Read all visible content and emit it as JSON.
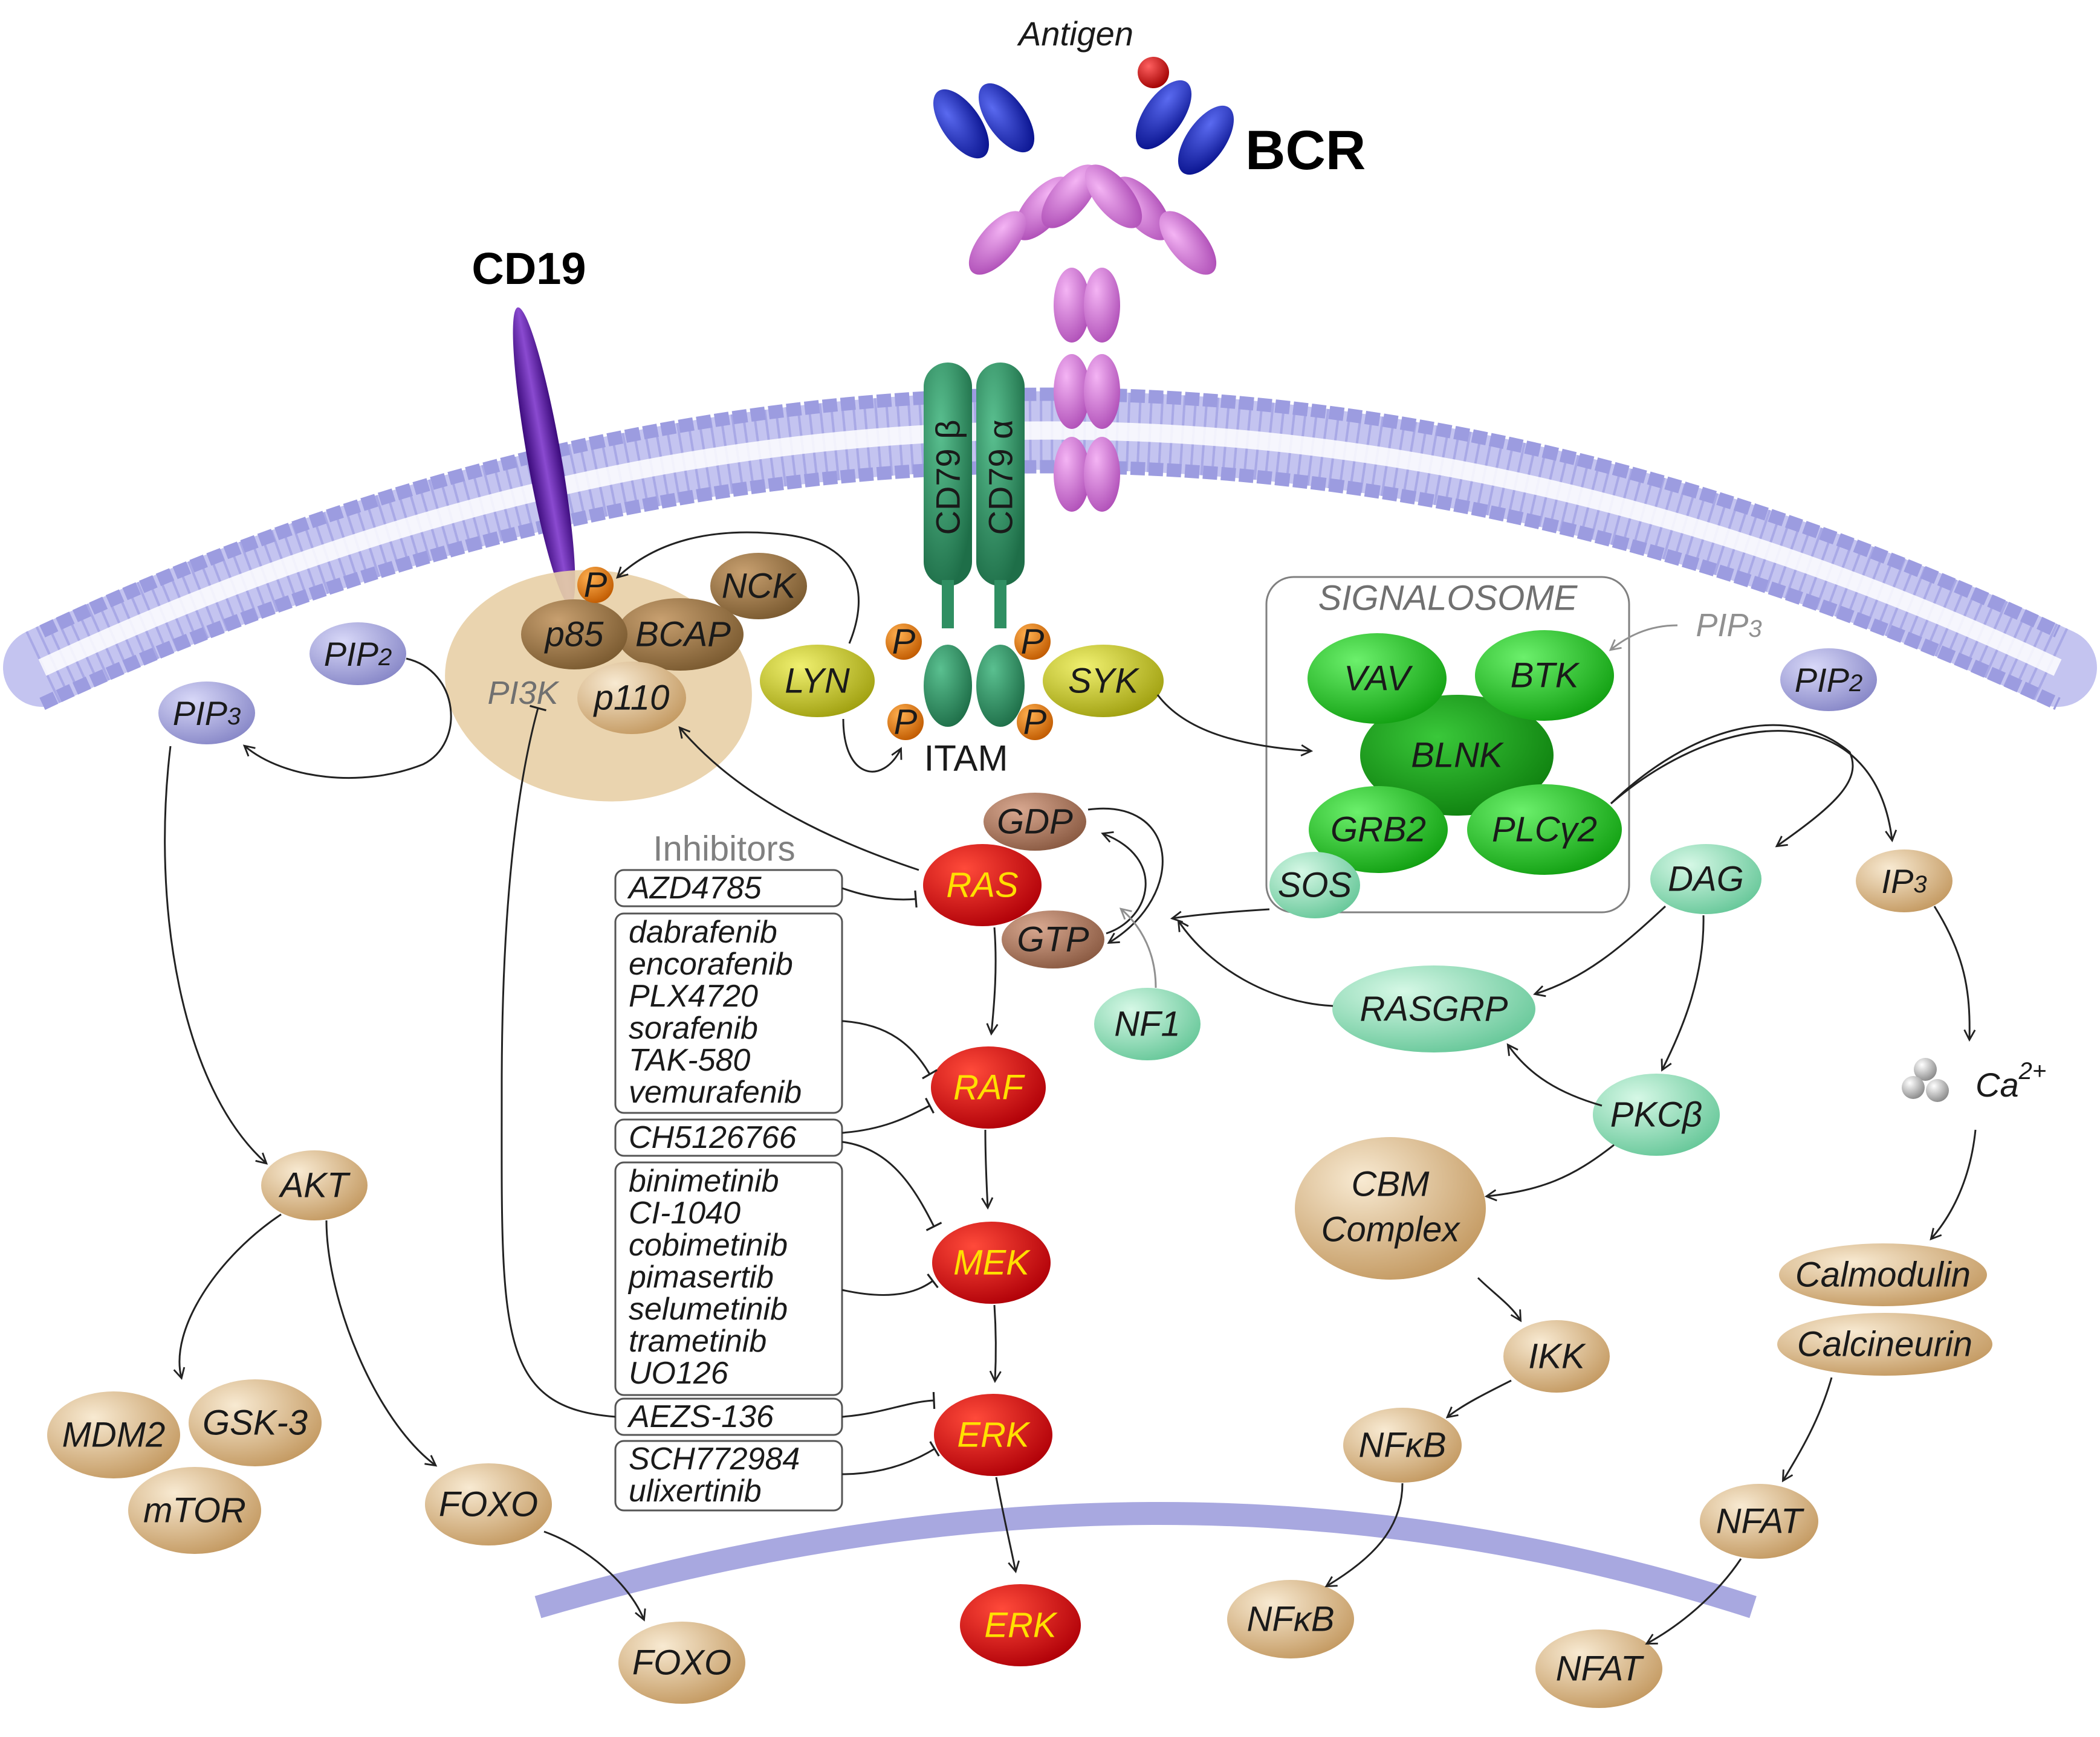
{
  "receptors": {
    "bcr": "BCR",
    "antigen": "Antigen",
    "cd19": "CD19",
    "cd79b": "CD79 β",
    "cd79a": "CD79 α",
    "itam": "ITAM"
  },
  "phospho": "P",
  "pi3k": {
    "complex": "PI3K",
    "p85": "p85",
    "p110": "p110",
    "bcap": "BCAP",
    "nck": "NCK"
  },
  "kinases": {
    "lyn": "LYN",
    "syk": "SYK"
  },
  "lipids": {
    "pip2_left": "PIP",
    "pip2_left_sub": "2",
    "pip3_left": "PIP",
    "pip3_left_sub": "3",
    "pip2_right": "PIP",
    "pip2_right_sub": "2",
    "pip3_sig": "PIP",
    "pip3_sig_sub": "3"
  },
  "signalosome": {
    "title": "SIGNALOSOME",
    "vav": "VAV",
    "btk": "BTK",
    "blnk": "BLNK",
    "grb2": "GRB2",
    "plcg2": "PLCγ2",
    "sos": "SOS"
  },
  "mapk": {
    "gdp": "GDP",
    "gtp": "GTP",
    "ras": "RAS",
    "raf": "RAF",
    "mek": "MEK",
    "erk": "ERK",
    "erk_nuc": "ERK",
    "nf1": "NF1"
  },
  "inhibitors": {
    "title": "Inhibitors",
    "ras": [
      "AZD4785"
    ],
    "raf": [
      "dabrafenib",
      "encorafenib",
      "PLX4720",
      "sorafenib",
      "TAK-580",
      "vemurafenib"
    ],
    "raf_mek": [
      "CH5126766"
    ],
    "mek": [
      "binimetinib",
      "CI-1040",
      "cobimetinib",
      "pimasertib",
      "selumetinib",
      "trametinib",
      "UO126"
    ],
    "pi3k_erk": [
      "AEZS-136"
    ],
    "erk": [
      "SCH772984",
      "ulixertinib"
    ]
  },
  "akt_branch": {
    "akt": "AKT",
    "mdm2": "MDM2",
    "gsk3": "GSK-3",
    "mtor": "mTOR",
    "foxo": "FOXO",
    "foxo_nuc": "FOXO"
  },
  "plc_branch": {
    "dag": "DAG",
    "ip3": "IP",
    "ip3_sub": "3",
    "rasgrp": "RASGRP",
    "pkcb": "PKCβ",
    "cbm_line1": "CBM",
    "cbm_line2": "Complex",
    "ikk": "IKK",
    "nfkb": "NFκB",
    "nfkb_nuc": "NFκB",
    "ca": "Ca",
    "ca_sup": "2+",
    "calmodulin": "Calmodulin",
    "calcineurin": "Calcineurin",
    "nfat": "NFAT",
    "nfat_nuc": "NFAT"
  },
  "colors": {
    "membrane": "#a9a9e6",
    "nucleus": "#a8a8e0",
    "tan": "#d8b98a",
    "red": "#d8000a",
    "green": "#1fc41f",
    "mint": "#8fe0b8",
    "olive": "#c8c81a",
    "phospho": "#e07a10",
    "cd79": "#2f8f62",
    "cd19": "#5a1f9a",
    "bcr_heavy": "#d070d8",
    "bcr_var": "#1f2bb8",
    "pip": "#a0a0d8"
  }
}
